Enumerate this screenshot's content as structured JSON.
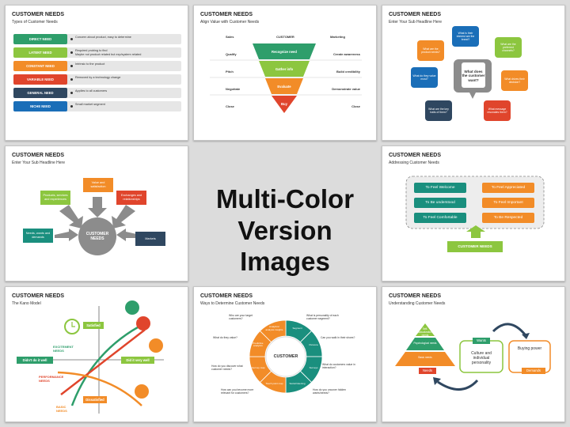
{
  "colors": {
    "green": "#2e9e6b",
    "lime": "#8cc63f",
    "orange": "#f28c28",
    "red": "#e0452c",
    "navy": "#2f4760",
    "blue": "#1a6eb8",
    "gray": "#8c8c8c",
    "teal": "#1a8f7e"
  },
  "center": {
    "line1": "Multi-Color",
    "line2": "Version Images"
  },
  "s1": {
    "title": "CUSTOMER NEEDS",
    "subtitle": "Types of Customer Needs",
    "rows": [
      {
        "label": "DIRECT NEED",
        "text": "Concern about product, easy to determine"
      },
      {
        "label": "LATENT NEED",
        "text": "Required probing to find\nMaybe not product related but exp/system related"
      },
      {
        "label": "CONSTANT NEED",
        "text": "Intrinsic to the product"
      },
      {
        "label": "VARIABLE NEED",
        "text": "Removed by a technology change"
      },
      {
        "label": "GENERAL NEED",
        "text": "Applies to all customers"
      },
      {
        "label": "NICHE NEED",
        "text": "Small market segment"
      }
    ]
  },
  "s2": {
    "title": "CUSTOMER NEEDS",
    "subtitle": "Align Value with Customer Needs",
    "h_left": "Sales",
    "h_mid": "CUSTOMER",
    "h_right": "Marketing",
    "left": [
      "Qualify",
      "Pitch",
      "Negotiate",
      "Close"
    ],
    "funnel": [
      "Recognize need",
      "Gather info",
      "Evaluate",
      "Buy"
    ],
    "right": [
      "Create awareness",
      "Build credibility",
      "Demonstrate value",
      "Close"
    ]
  },
  "s3": {
    "title": "CUSTOMER NEEDS",
    "subtitle": "Enter Your Sub Headline Here",
    "center": "What does the customer want?",
    "bubbles": [
      "What is their interest are the brand?",
      "What are the preferred channels?",
      "What are the product needs?",
      "What do they value most?",
      "What drives their decision?",
      "What are the key traits of them?",
      "What message resonates them?"
    ]
  },
  "s4": {
    "title": "CUSTOMER NEEDS",
    "subtitle": "Enter Your Sub Headline Here",
    "center": "CUSTOMER NEEDS",
    "items": [
      "Value and satisfaction",
      "Products, services and experiences",
      "Exchanges and relationships",
      "Needs, wants and demands",
      "Markets"
    ]
  },
  "s5": {
    "title": "CUSTOMER NEEDS",
    "subtitle": "Addressing Customer Needs",
    "left": [
      "To Feel Welcome",
      "To Be understood",
      "To Feel Comfortable"
    ],
    "right": [
      "To Feel Appreciated",
      "To Feel Important",
      "To Be Respected"
    ],
    "label": "CUSTOMER NEEDS"
  },
  "s6": {
    "title": "CUSTOMER NEEDS",
    "subtitle": "The Kano Model",
    "satisfied": "Satisfied",
    "dissatisfied": "Dissatisfied",
    "didnt": "Didn't do it well",
    "didwell": "Did it very well",
    "excitement": "EXCITEMENT NEEDS",
    "performance": "PERFORMANCE NEEDS",
    "basic": "BASIC NEEDS"
  },
  "s7": {
    "title": "CUSTOMER NEEDS",
    "subtitle": "Ways to Determine Customer Needs",
    "center": "CUSTOMER",
    "segments": [
      "Segment",
      "Persona",
      "Surveys",
      "Social listening",
      "Touch point map",
      "Journey map",
      "Predictive analytics",
      "Analytics/ analysis insights"
    ],
    "questions": [
      "Who are your target customers?",
      "What is personality of each customer segment?",
      "What do they value?",
      "Can you walk in their shoes?",
      "How do you discover what customer needs?",
      "What do customers value in interaction?",
      "How can you become more relevant for customers?",
      "How do you uncover hidden wants/needs?"
    ]
  },
  "s8": {
    "title": "CUSTOMER NEEDS",
    "subtitle": "Understanding Customer Needs",
    "pyramid": [
      "Self-actualization needs",
      "Psychological needs",
      "Basic needs"
    ],
    "needs": "Needs",
    "wants": "Wants",
    "culture": "Culture and individual personality",
    "buying": "Buying power",
    "demands": "Demands"
  }
}
